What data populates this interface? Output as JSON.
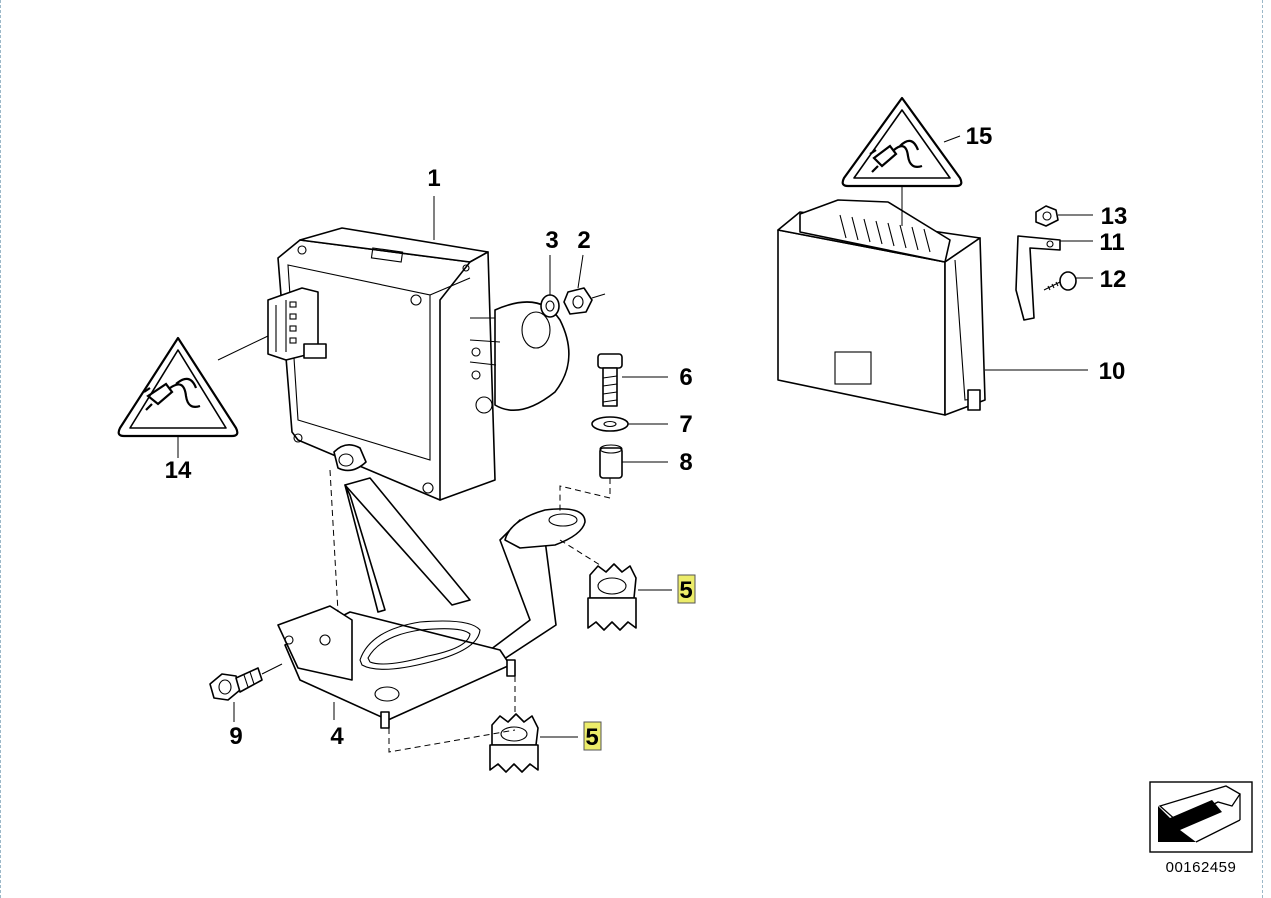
{
  "callouts": {
    "c1": "1",
    "c2": "2",
    "c3": "3",
    "c4": "4",
    "c5a": "5",
    "c5b": "5",
    "c6": "6",
    "c7": "7",
    "c8": "8",
    "c9": "9",
    "c10": "10",
    "c11": "11",
    "c12": "12",
    "c13": "13",
    "c14": "14",
    "c15": "15"
  },
  "highlighted_callout": "5",
  "highlight_color": "#ecec6a",
  "reference_number": "00162459",
  "icons": {
    "warning_triangles": "electrical-plug-warning-icon",
    "nav": "next-page-arrow-icon"
  }
}
